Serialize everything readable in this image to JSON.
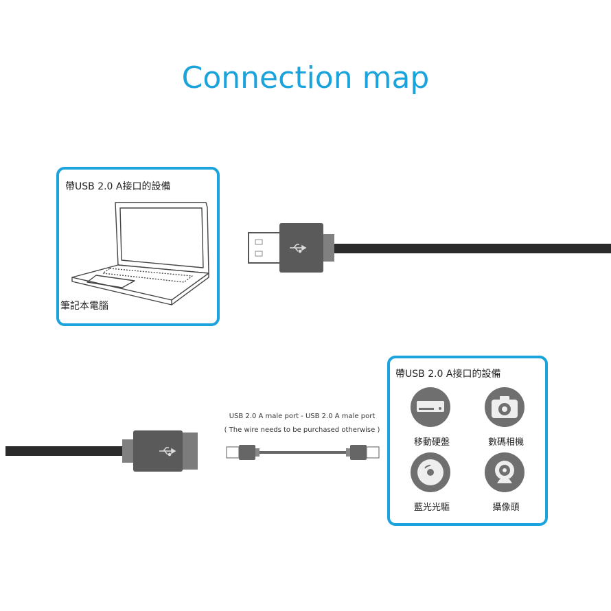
{
  "title": "Connection map",
  "device_panel_top": {
    "heading": "帶USB 2.0 A接口的設備",
    "caption": "筆記本電腦",
    "icon": "laptop-icon"
  },
  "device_panel_bottom": {
    "heading": "帶USB 2.0 A接口的設備",
    "devices": [
      {
        "label": "移動硬盤",
        "icon": "hard-drive-icon"
      },
      {
        "label": "數碼相機",
        "icon": "camera-icon"
      },
      {
        "label": "藍光光驅",
        "icon": "disc-icon"
      },
      {
        "label": "攝像頭",
        "icon": "webcam-icon"
      }
    ]
  },
  "cable_note": {
    "line1": "USB 2.0 A male port - USB 2.0 A male port",
    "line2": "( The wire needs to be purchased otherwise )"
  },
  "colors": {
    "accent": "#1ba3dc",
    "cable": "#2b2b2b",
    "plug": "#6f6f6f"
  }
}
